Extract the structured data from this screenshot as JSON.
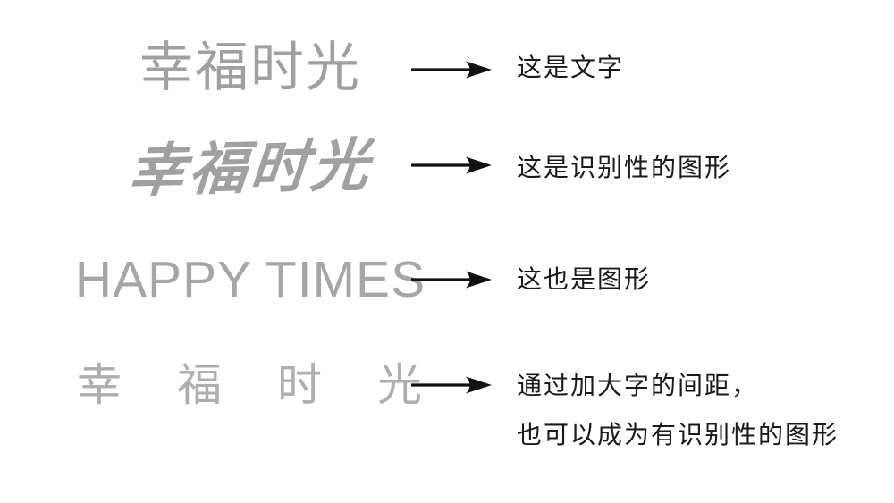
{
  "figure": {
    "rows": [
      {
        "id": "regular-type",
        "sample": "幸福时光",
        "sample_style": "plain sans-serif type",
        "label": "这是文字"
      },
      {
        "id": "calligraphy",
        "sample": "幸福时光",
        "sample_style": "brush calligraphy script",
        "label": "这是识别性的图形"
      },
      {
        "id": "latin-type",
        "sample": "HAPPY TIMES",
        "sample_style": "latin capitals",
        "label": "这也是图形"
      },
      {
        "id": "letter-spaced",
        "sample": "幸福时光",
        "sample_style": "wide letter-spacing",
        "label_lines": [
          "通过加大字的间距，",
          "也可以成为有识别性的图形"
        ]
      }
    ],
    "colors": {
      "background": "#ffffff",
      "sample_gray_1": "#a0a0a0",
      "sample_gray_2": "#a0a0a0",
      "sample_gray_3": "#a6a6a6",
      "sample_gray_4": "#aeaeae",
      "label_text": "#1a1a1a",
      "arrow": "#111111"
    }
  }
}
